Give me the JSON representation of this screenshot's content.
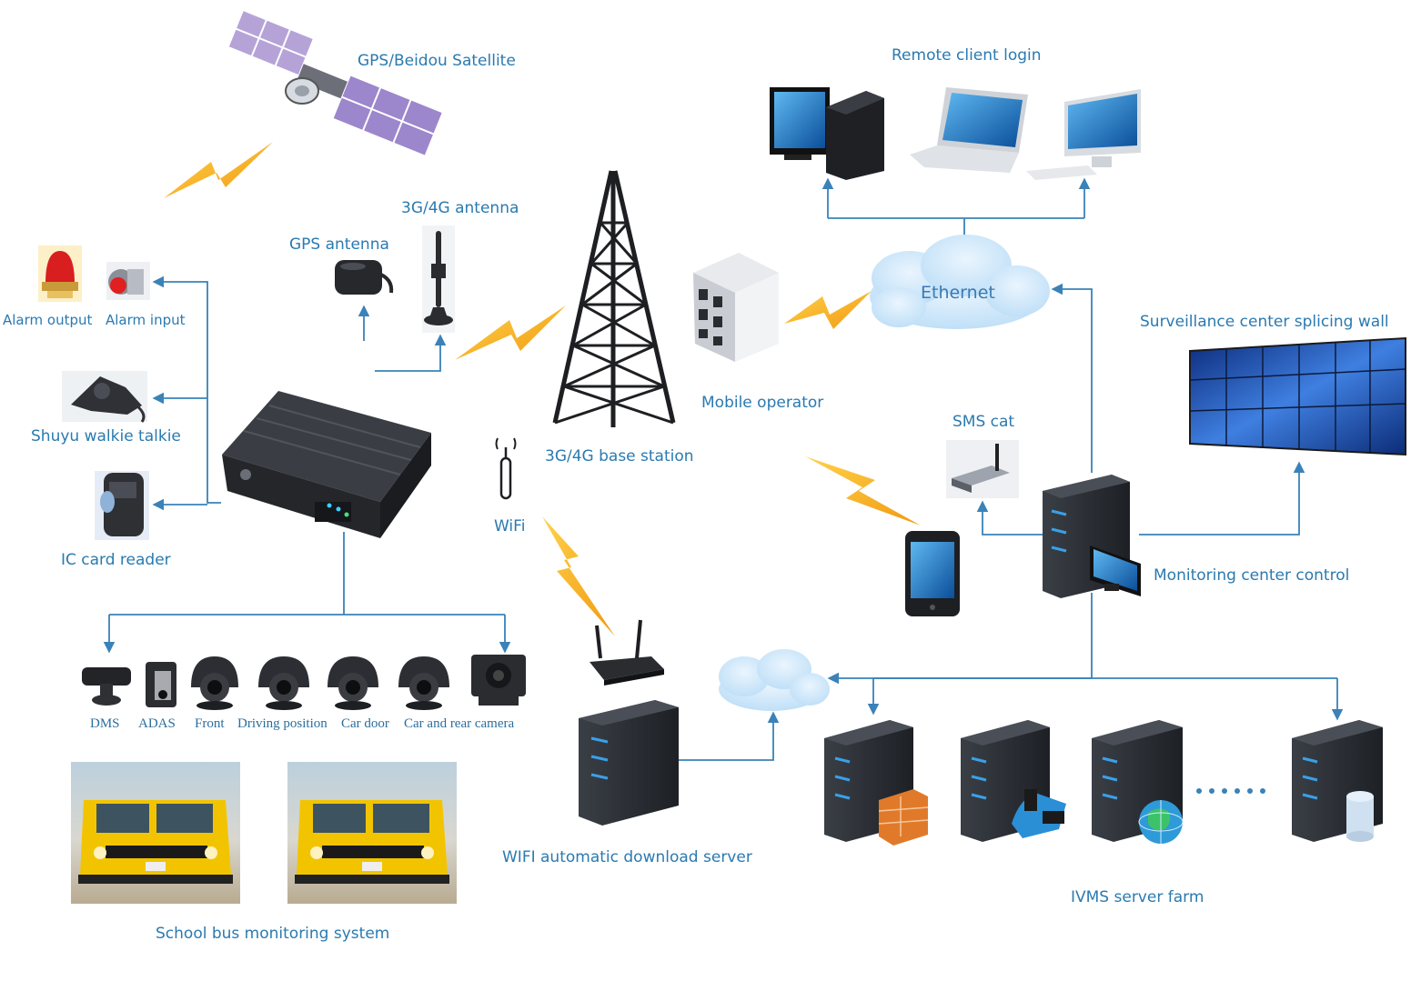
{
  "labels": {
    "satellite": "GPS/Beidou Satellite",
    "remote_client": "Remote client login",
    "antenna_3g4g": "3G/4G antenna",
    "gps_antenna": "GPS antenna",
    "alarm_output": "Alarm output",
    "alarm_input": "Alarm input",
    "walkie_talkie": "Shuyu walkie talkie",
    "ic_card": "IC card reader",
    "base_station": "3G/4G base station",
    "wifi": "WiFi",
    "mobile_operator": "Mobile operator",
    "ethernet": "Ethernet",
    "splicing_wall": "Surveillance center splicing wall",
    "sms_cat": "SMS cat",
    "monitoring_center": "Monitoring center control",
    "wifi_server": "WIFI automatic download server",
    "ivms_farm": "IVMS server farm",
    "school_bus": "School bus monitoring system"
  },
  "cameras": [
    "DMS",
    "ADAS",
    "Front",
    "Driving position",
    "Car door",
    "Car and rear camera"
  ],
  "colors": {
    "label": "#2a7ab0",
    "wire": "#3a82b8",
    "signal": "#f6b324",
    "cloud": "#cfe6f8",
    "server": "#2b2f35",
    "led": "#3aa0e8",
    "bus": "#f2c400"
  },
  "icons": [
    "satellite-icon",
    "tower-icon",
    "mvr-icon",
    "desktop-icon",
    "laptop-icon",
    "imac-icon",
    "building-icon",
    "cloud-icon",
    "server-icon",
    "router-icon",
    "phone-icon",
    "video-wall-icon",
    "firewall-icon",
    "film-icon",
    "globe-icon",
    "database-icon",
    "school-bus-icon"
  ]
}
